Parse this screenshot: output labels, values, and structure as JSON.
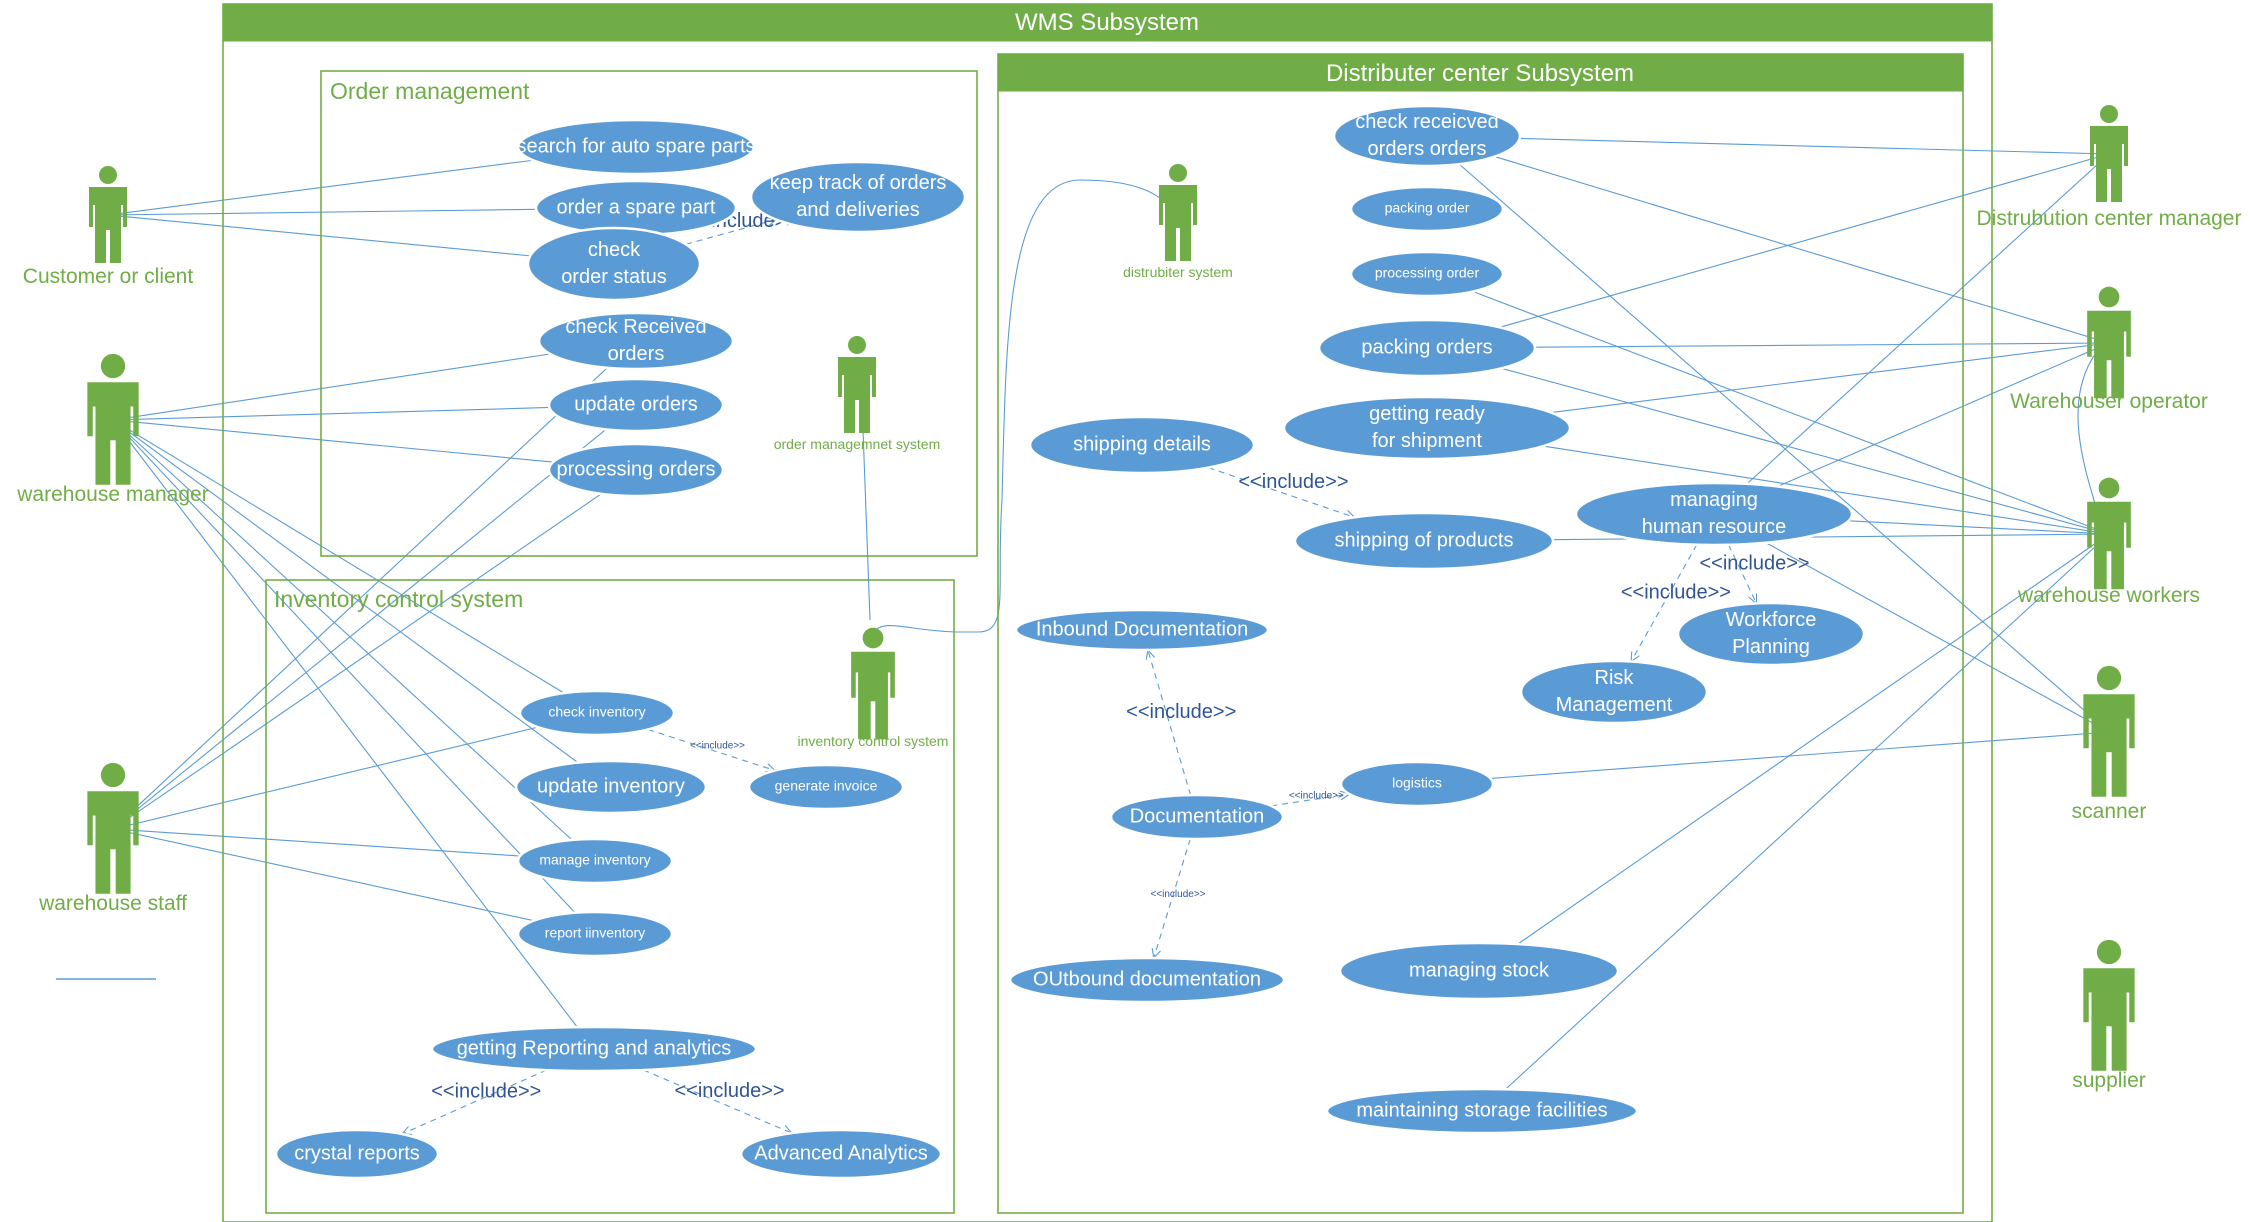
{
  "diagram": {
    "title": "WMS Subsystem",
    "packages": [
      {
        "id": "order-management",
        "title": "Order management"
      },
      {
        "id": "inventory-control",
        "title": "Inventory control system"
      },
      {
        "id": "distributer-center",
        "title": "Distributer center Subsystem"
      }
    ],
    "actors": [
      {
        "id": "customer",
        "label": "Customer or client"
      },
      {
        "id": "wh-manager",
        "label": "warehouse manager"
      },
      {
        "id": "wh-staff",
        "label": "warehouse staff"
      },
      {
        "id": "oms",
        "label": "order managemnet system"
      },
      {
        "id": "ics",
        "label": "inventory control system"
      },
      {
        "id": "distributer",
        "label": "distrubiter system"
      },
      {
        "id": "dc-manager",
        "label": "Distrubution center manager"
      },
      {
        "id": "wh-operator",
        "label": "Warehouser operator"
      },
      {
        "id": "wh-workers",
        "label": "warehouse workers"
      },
      {
        "id": "scanner",
        "label": "scanner"
      },
      {
        "id": "supplier",
        "label": "supplier"
      }
    ],
    "use_cases": [
      {
        "id": "search-parts",
        "lines": [
          "search for auto spare parts"
        ]
      },
      {
        "id": "order-part",
        "lines": [
          "order a spare part"
        ]
      },
      {
        "id": "track-orders",
        "lines": [
          "keep track of orders",
          "and deliveries"
        ]
      },
      {
        "id": "check-status",
        "lines": [
          "check",
          "order status"
        ]
      },
      {
        "id": "check-received",
        "lines": [
          "check Received",
          "orders"
        ]
      },
      {
        "id": "update-orders",
        "lines": [
          "update orders"
        ]
      },
      {
        "id": "processing-orders-om",
        "lines": [
          "processing orders"
        ]
      },
      {
        "id": "check-inventory",
        "lines": [
          "check inventory"
        ]
      },
      {
        "id": "generate-invoice",
        "lines": [
          "generate invoice"
        ]
      },
      {
        "id": "update-inventory",
        "lines": [
          "update inventory"
        ]
      },
      {
        "id": "manage-inventory",
        "lines": [
          "manage inventory"
        ]
      },
      {
        "id": "report-inventory",
        "lines": [
          "report iinventory"
        ]
      },
      {
        "id": "reporting-analytics",
        "lines": [
          "getting Reporting and analytics"
        ]
      },
      {
        "id": "crystal-reports",
        "lines": [
          "crystal reports"
        ]
      },
      {
        "id": "advanced-analytics",
        "lines": [
          "Advanced Analytics"
        ]
      },
      {
        "id": "check-received-dc",
        "lines": [
          "check receicved",
          "orders orders"
        ]
      },
      {
        "id": "packing-order",
        "lines": [
          "packing order"
        ]
      },
      {
        "id": "processing-order",
        "lines": [
          "processing order"
        ]
      },
      {
        "id": "packing-orders",
        "lines": [
          "packing orders"
        ]
      },
      {
        "id": "getting-ready",
        "lines": [
          "getting ready",
          "for shipment"
        ]
      },
      {
        "id": "shipping-details",
        "lines": [
          "shipping details"
        ]
      },
      {
        "id": "shipping-products",
        "lines": [
          "shipping of products"
        ]
      },
      {
        "id": "managing-hr",
        "lines": [
          "managing",
          "human resource"
        ]
      },
      {
        "id": "workforce-planning",
        "lines": [
          "Workforce",
          "Planning"
        ]
      },
      {
        "id": "risk-management",
        "lines": [
          "Risk",
          "Management"
        ]
      },
      {
        "id": "inbound-doc",
        "lines": [
          "Inbound Documentation"
        ]
      },
      {
        "id": "documentation",
        "lines": [
          "Documentation"
        ]
      },
      {
        "id": "logistics",
        "lines": [
          "logistics"
        ]
      },
      {
        "id": "outbound-doc",
        "lines": [
          "OUtbound documentation"
        ]
      },
      {
        "id": "managing-stock",
        "lines": [
          "managing stock"
        ]
      },
      {
        "id": "storage-facilities",
        "lines": [
          "maintaining storage facilities"
        ]
      }
    ],
    "include_label": "<<include>>",
    "associations": [
      [
        "customer",
        "search-parts"
      ],
      [
        "customer",
        "order-part"
      ],
      [
        "customer",
        "check-status"
      ],
      [
        "wh-manager",
        "check-received"
      ],
      [
        "wh-manager",
        "update-orders"
      ],
      [
        "wh-manager",
        "processing-orders-om"
      ],
      [
        "wh-manager",
        "check-inventory"
      ],
      [
        "wh-manager",
        "update-inventory"
      ],
      [
        "wh-manager",
        "manage-inventory"
      ],
      [
        "wh-manager",
        "report-inventory"
      ],
      [
        "wh-manager",
        "reporting-analytics"
      ],
      [
        "wh-staff",
        "check-received"
      ],
      [
        "wh-staff",
        "update-orders"
      ],
      [
        "wh-staff",
        "processing-orders-om"
      ],
      [
        "wh-staff",
        "check-inventory"
      ],
      [
        "wh-staff",
        "manage-inventory"
      ],
      [
        "wh-staff",
        "report-inventory"
      ],
      [
        "oms",
        "ics"
      ],
      [
        "ics",
        "distributer"
      ],
      [
        "dc-manager",
        "check-received-dc"
      ],
      [
        "dc-manager",
        "packing-orders"
      ],
      [
        "dc-manager",
        "managing-hr"
      ],
      [
        "wh-operator",
        "check-received-dc"
      ],
      [
        "wh-operator",
        "packing-orders"
      ],
      [
        "wh-operator",
        "getting-ready"
      ],
      [
        "wh-operator",
        "managing-hr"
      ],
      [
        "wh-workers",
        "packing-orders"
      ],
      [
        "wh-workers",
        "getting-ready"
      ],
      [
        "wh-workers",
        "managing-hr"
      ],
      [
        "wh-workers",
        "shipping-products"
      ],
      [
        "wh-workers",
        "processing-order"
      ],
      [
        "wh-workers",
        "managing-stock"
      ],
      [
        "wh-workers",
        "storage-facilities"
      ],
      [
        "scanner",
        "check-received-dc"
      ],
      [
        "scanner",
        "logistics"
      ],
      [
        "scanner",
        "managing-hr"
      ]
    ],
    "includes": [
      [
        "check-status",
        "track-orders",
        "large"
      ],
      [
        "check-inventory",
        "generate-invoice",
        "small"
      ],
      [
        "reporting-analytics",
        "crystal-reports",
        "large"
      ],
      [
        "reporting-analytics",
        "advanced-analytics",
        "large"
      ],
      [
        "shipping-details",
        "shipping-products",
        "large"
      ],
      [
        "managing-hr",
        "workforce-planning",
        "large"
      ],
      [
        "managing-hr",
        "risk-management",
        "large"
      ],
      [
        "documentation",
        "inbound-doc",
        "large"
      ],
      [
        "documentation",
        "logistics",
        "small"
      ],
      [
        "documentation",
        "outbound-doc",
        "small"
      ]
    ]
  }
}
